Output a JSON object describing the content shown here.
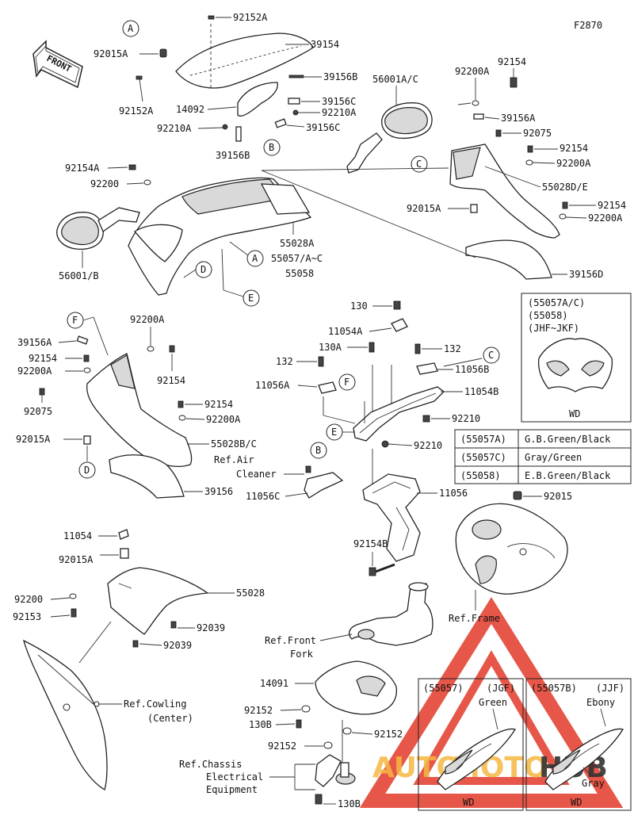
{
  "figure_id": "F2870",
  "front_label": "FRONT",
  "callouts": {
    "A": "A",
    "B": "B",
    "C": "C",
    "D": "D",
    "E": "E",
    "F": "F"
  },
  "labels": {
    "l92152A_top": "92152A",
    "l39154": "39154",
    "l92015A_1": "92015A",
    "l92152A_2": "92152A",
    "l39156B_1": "39156B",
    "l14092": "14092",
    "l39156C_1": "39156C",
    "l92210A_1": "92210A",
    "l92210A_2": "92210A",
    "l39156C_2": "39156C",
    "l39156B_2": "39156B",
    "l56001AC": "56001A/C",
    "l92154_1": "92154",
    "l92200A_1": "92200A",
    "l39156A_1": "39156A",
    "l92075_1": "92075",
    "l92154_2": "92154",
    "l92200A_2": "92200A",
    "l55028DE": "55028D/E",
    "l92015A_2": "92015A",
    "l92154_3": "92154",
    "l92200A_3": "92200A",
    "l39156D": "39156D",
    "l92154A": "92154A",
    "l92200": "92200",
    "l56001B": "56001/B",
    "l55028A": "55028A",
    "l55057AC": "55057/A~C",
    "l55058": "55058",
    "l130": "130",
    "l11054A": "11054A",
    "l130A": "130A",
    "l132_1": "132",
    "l132_2": "132",
    "l11056B": "11056B",
    "l11056A": "11056A",
    "l11054B": "11054B",
    "l92210": "92210",
    "l92210b": "92210",
    "l11056C": "11056C",
    "l11056": "11056",
    "l92015": "92015",
    "l92154B": "92154B",
    "l39156A_2": "39156A",
    "l92154_4": "92154",
    "l92200A_4": "92200A",
    "l92200A_5": "92200A",
    "l92154_5": "92154",
    "l92075_2": "92075",
    "l92154_6": "92154",
    "l92200A_6": "92200A",
    "l92015A_3": "92015A",
    "l55028BC": "55028B/C",
    "l39156": "39156",
    "l11054": "11054",
    "l92015A_4": "92015A",
    "l92200b": "92200",
    "l92153": "92153",
    "l55028": "55028",
    "l92039_1": "92039",
    "l92039_2": "92039",
    "l14091": "14091",
    "l92152_1": "92152",
    "l130B_1": "130B",
    "l92152_2": "92152",
    "l92152_3": "92152",
    "l130B_2": "130B"
  },
  "refs": {
    "air1": "Ref.Air",
    "air2": "Cleaner",
    "frame": "Ref.Frame",
    "fork1": "Ref.Front",
    "fork2": "Fork",
    "cowl1": "Ref.Cowling",
    "cowl2": "(Center)",
    "chassis1": "Ref.Chassis",
    "chassis2": "Electrical",
    "chassis3": "Equipment"
  },
  "variant_box": {
    "line1": "(55057A/C)",
    "line2": "(55058)",
    "line3": "(JHF~JKF)",
    "caption": "WD"
  },
  "color_table": [
    {
      "code": "(55057A)",
      "color": "G.B.Green/Black"
    },
    {
      "code": "(55057C)",
      "color": "Gray/Green"
    },
    {
      "code": "(55058)",
      "color": "E.B.Green/Black"
    }
  ],
  "decal_boxes": [
    {
      "code": "(55057)",
      "model": "(JGF)",
      "color": "Green",
      "caption": "WD"
    },
    {
      "code": "(55057B)",
      "model": "(JJF)",
      "color": "Ebony",
      "color2": "Gray",
      "caption": "WD"
    }
  ],
  "watermark": {
    "auto": "AUTO",
    "moto": "MOTO",
    "hub": "HUB"
  },
  "colors": {
    "watermark_red": "#e23a2a",
    "watermark_orange": "#f5b841",
    "ink": "#222222"
  }
}
